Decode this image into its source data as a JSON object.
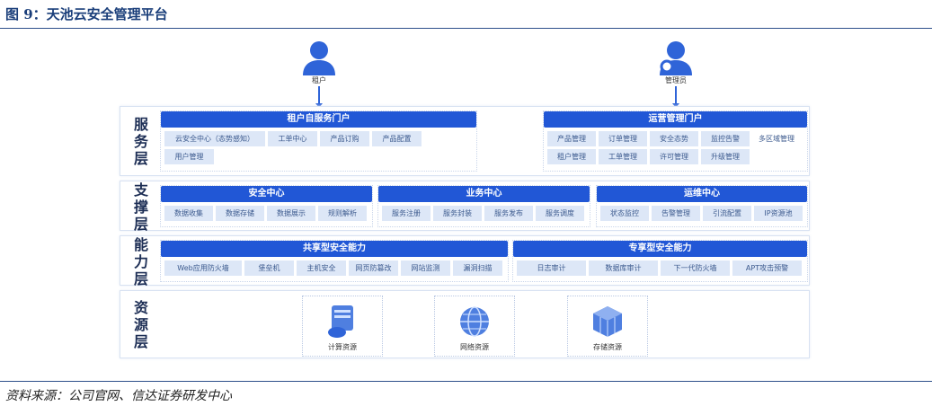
{
  "title": "图 9：天池云安全管理平台",
  "source": "资料来源：公司官网、信达证券研发中心",
  "users": [
    {
      "label": "租户",
      "icon": "user-icon"
    },
    {
      "label": "管理员",
      "icon": "admin-user-icon"
    }
  ],
  "layers": {
    "service": {
      "name": "服务层",
      "groups": [
        {
          "title": "租户自服务门户",
          "items": [
            "云安全中心（态势感知）",
            "工单中心",
            "产品订购",
            "产品配置",
            "用户管理"
          ]
        },
        {
          "title": "运营管理门户",
          "items": [
            "产品管理",
            "订单管理",
            "安全态势",
            "监控告警",
            "多区域管理",
            "租户管理",
            "工单管理",
            "许可管理",
            "升级管理"
          ]
        }
      ]
    },
    "support": {
      "name": "支撑层",
      "groups": [
        {
          "title": "安全中心",
          "items": [
            "数据收集",
            "数据存储",
            "数据展示",
            "规则解析"
          ]
        },
        {
          "title": "业务中心",
          "items": [
            "服务注册",
            "服务封装",
            "服务发布",
            "服务调度"
          ]
        },
        {
          "title": "运维中心",
          "items": [
            "状态监控",
            "告警管理",
            "引流配置",
            "IP资源池"
          ]
        }
      ]
    },
    "capability": {
      "name": "能力层",
      "groups": [
        {
          "title": "共享型安全能力",
          "items": [
            "Web应用防火墙",
            "堡垒机",
            "主机安全",
            "网页防篡改",
            "网站监测",
            "漏洞扫描"
          ]
        },
        {
          "title": "专享型安全能力",
          "items": [
            "日志审计",
            "数据库审计",
            "下一代防火墙",
            "APT攻击预警"
          ]
        }
      ]
    },
    "resource": {
      "name": "资源层",
      "items": [
        {
          "label": "计算资源",
          "icon": "server-cloud-icon"
        },
        {
          "label": "网络资源",
          "icon": "globe-icon"
        },
        {
          "label": "存储资源",
          "icon": "storage-cube-icon"
        }
      ]
    }
  },
  "colors": {
    "header": "#2157d6",
    "item_bg": "#dde7f7",
    "title": "#1a3e7a"
  }
}
